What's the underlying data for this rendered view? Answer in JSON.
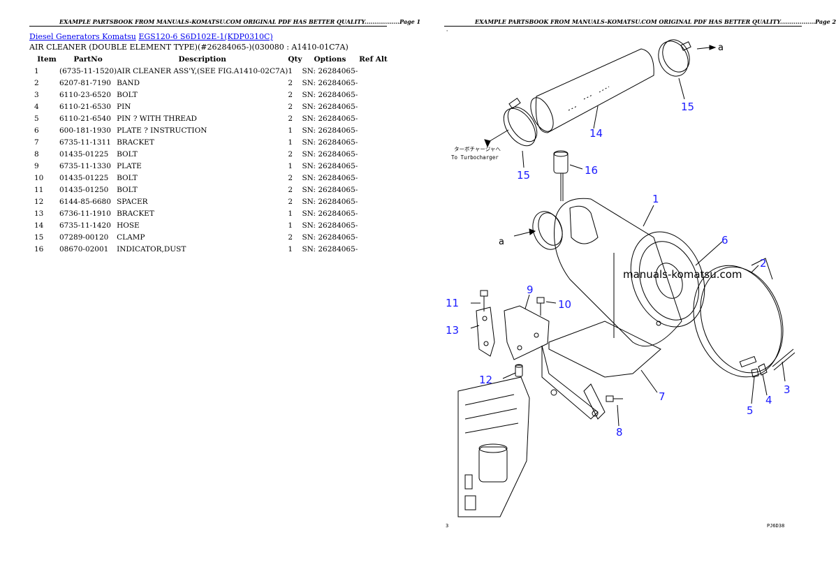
{
  "headers": {
    "left": "EXAMPLE PARTSBOOK FROM MANUALS-KOMATSU.COM ORIGINAL PDF HAS BETTER QUALITY..................Page 1",
    "right": "EXAMPLE PARTSBOOK FROM MANUALS-KOMATSU.COM ORIGINAL PDF HAS BETTER QUALITY..................Page 2"
  },
  "breadcrumb": {
    "link1": "Diesel Generators Komatsu",
    "link2": "EGS120-6 S6D102E-1(KDP0310C)"
  },
  "subtitle": "AIR CLEANER (DOUBLE ELEMENT TYPE)(#26284065-)(030080 : A1410-01C7A)",
  "table": {
    "headers": {
      "item": "Item",
      "partno": "PartNo",
      "description": "Description",
      "qty": "Qty",
      "options": "Options",
      "refalt": "Ref Alt"
    },
    "rows": [
      {
        "item": "1",
        "partno": "(6735-11-1520)",
        "description": "AIR CLEANER ASS'Y,(SEE FIG.A1410-02C7A)",
        "qty": "1",
        "options": "SN: 26284065-"
      },
      {
        "item": "2",
        "partno": "6207-81-7190",
        "description": "BAND",
        "qty": "2",
        "options": "SN: 26284065-"
      },
      {
        "item": "3",
        "partno": "6110-23-6520",
        "description": "BOLT",
        "qty": "2",
        "options": "SN: 26284065-"
      },
      {
        "item": "4",
        "partno": "6110-21-6530",
        "description": "PIN",
        "qty": "2",
        "options": "SN: 26284065-"
      },
      {
        "item": "5",
        "partno": "6110-21-6540",
        "description": "PIN ? WITH THREAD",
        "qty": "2",
        "options": "SN: 26284065-"
      },
      {
        "item": "6",
        "partno": "600-181-1930",
        "description": "PLATE ? INSTRUCTION",
        "qty": "1",
        "options": "SN: 26284065-"
      },
      {
        "item": "7",
        "partno": "6735-11-1311",
        "description": "BRACKET",
        "qty": "1",
        "options": "SN: 26284065-"
      },
      {
        "item": "8",
        "partno": "01435-01225",
        "description": "BOLT",
        "qty": "2",
        "options": "SN: 26284065-"
      },
      {
        "item": "9",
        "partno": "6735-11-1330",
        "description": "PLATE",
        "qty": "1",
        "options": "SN: 26284065-"
      },
      {
        "item": "10",
        "partno": "01435-01225",
        "description": "BOLT",
        "qty": "2",
        "options": "SN: 26284065-"
      },
      {
        "item": "11",
        "partno": "01435-01250",
        "description": "BOLT",
        "qty": "2",
        "options": "SN: 26284065-"
      },
      {
        "item": "12",
        "partno": "6144-85-6680",
        "description": "SPACER",
        "qty": "2",
        "options": "SN: 26284065-"
      },
      {
        "item": "13",
        "partno": "6736-11-1910",
        "description": "BRACKET",
        "qty": "1",
        "options": "SN: 26284065-"
      },
      {
        "item": "14",
        "partno": "6735-11-1420",
        "description": "HOSE",
        "qty": "1",
        "options": "SN: 26284065-"
      },
      {
        "item": "15",
        "partno": "07289-00120",
        "description": "CLAMP",
        "qty": "2",
        "options": "SN: 26284065-"
      },
      {
        "item": "16",
        "partno": "08670-02001",
        "description": "INDICATOR,DUST",
        "qty": "1",
        "options": "SN: 26284065-"
      }
    ]
  },
  "diagram": {
    "callouts": {
      "c1": "1",
      "c2": "2",
      "c3": "3",
      "c4": "4",
      "c5": "5",
      "c6": "6",
      "c7": "7",
      "c8": "8",
      "c9": "9",
      "c10": "10",
      "c11": "11",
      "c12": "12",
      "c13": "13",
      "c14": "14",
      "c15a": "15",
      "c15b": "15",
      "c16": "16"
    },
    "arrow_label_top": "a",
    "arrow_label_left": "a",
    "turbo_jp": "ターボチャージャへ",
    "turbo_en": "To Turbocharger",
    "watermark": "manuals-komatsu.com",
    "corner_bottom_left": "3",
    "corner_bottom_right": "PJ6D38",
    "colors": {
      "callout": "#1a1aff",
      "line": "#000000"
    }
  }
}
